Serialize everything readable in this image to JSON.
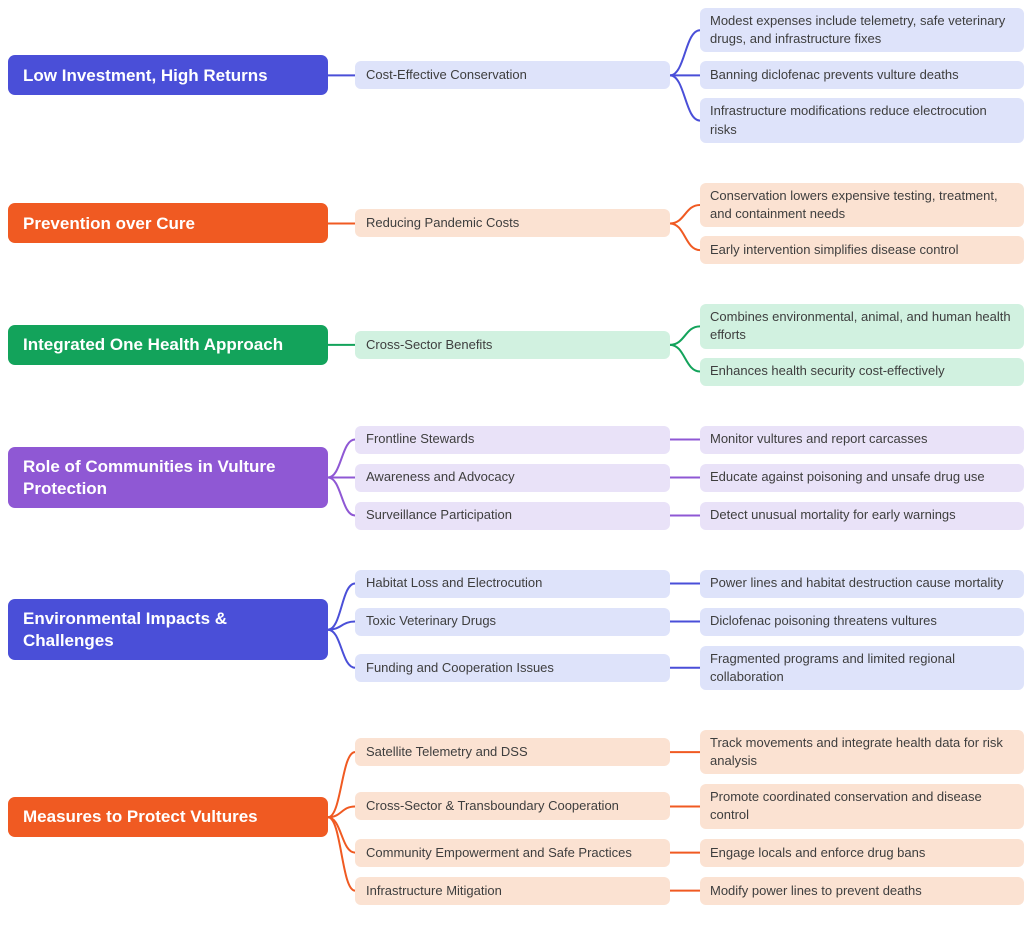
{
  "canvas": {
    "background": "#ffffff"
  },
  "branches": [
    {
      "label": "Low Investment, High Returns",
      "color": "#4a4fd8",
      "light": "#dee3fa",
      "children": [
        {
          "label": "Cost-Effective Conservation",
          "children": [
            {
              "label": "Modest expenses include telemetry, safe veterinary drugs, and infrastructure fixes"
            },
            {
              "label": "Banning diclofenac prevents vulture deaths"
            },
            {
              "label": "Infrastructure modifications reduce electrocution risks"
            }
          ]
        }
      ]
    },
    {
      "label": "Prevention over Cure",
      "color": "#f05a22",
      "light": "#fbe2d2",
      "children": [
        {
          "label": "Reducing Pandemic Costs",
          "children": [
            {
              "label": "Conservation lowers expensive testing, treatment, and containment needs"
            },
            {
              "label": "Early intervention simplifies disease control"
            }
          ]
        }
      ]
    },
    {
      "label": "Integrated One Health Approach",
      "color": "#13a35b",
      "light": "#d1f1e0",
      "children": [
        {
          "label": "Cross-Sector Benefits",
          "children": [
            {
              "label": "Combines environmental, animal, and human health efforts"
            },
            {
              "label": "Enhances health security cost-effectively"
            }
          ]
        }
      ]
    },
    {
      "label": "Role of Communities in Vulture Protection",
      "color": "#8f58d4",
      "light": "#e9e2f8",
      "children": [
        {
          "label": "Frontline Stewards",
          "children": [
            {
              "label": "Monitor vultures and report carcasses"
            }
          ]
        },
        {
          "label": "Awareness and Advocacy",
          "children": [
            {
              "label": "Educate against poisoning and unsafe drug use"
            }
          ]
        },
        {
          "label": "Surveillance Participation",
          "children": [
            {
              "label": "Detect unusual mortality for early warnings"
            }
          ]
        }
      ]
    },
    {
      "label": "Environmental Impacts & Challenges",
      "color": "#4a4fd8",
      "light": "#dee3fa",
      "children": [
        {
          "label": "Habitat Loss and Electrocution",
          "children": [
            {
              "label": "Power lines and habitat destruction cause mortality"
            }
          ]
        },
        {
          "label": "Toxic Veterinary Drugs",
          "children": [
            {
              "label": "Diclofenac poisoning threatens vultures"
            }
          ]
        },
        {
          "label": "Funding and Cooperation Issues",
          "children": [
            {
              "label": "Fragmented programs and limited regional collaboration"
            }
          ]
        }
      ]
    },
    {
      "label": "Measures to Protect Vultures",
      "color": "#f05a22",
      "light": "#fbe2d2",
      "children": [
        {
          "label": "Satellite Telemetry and DSS",
          "children": [
            {
              "label": "Track movements and integrate health data for risk analysis"
            }
          ]
        },
        {
          "label": "Cross-Sector & Transboundary Cooperation",
          "children": [
            {
              "label": "Promote coordinated conservation and disease control"
            }
          ]
        },
        {
          "label": "Community Empowerment and Safe Practices",
          "children": [
            {
              "label": "Engage locals and enforce drug bans"
            }
          ]
        },
        {
          "label": "Infrastructure Mitigation",
          "children": [
            {
              "label": "Modify power lines to prevent deaths"
            }
          ]
        }
      ]
    }
  ]
}
